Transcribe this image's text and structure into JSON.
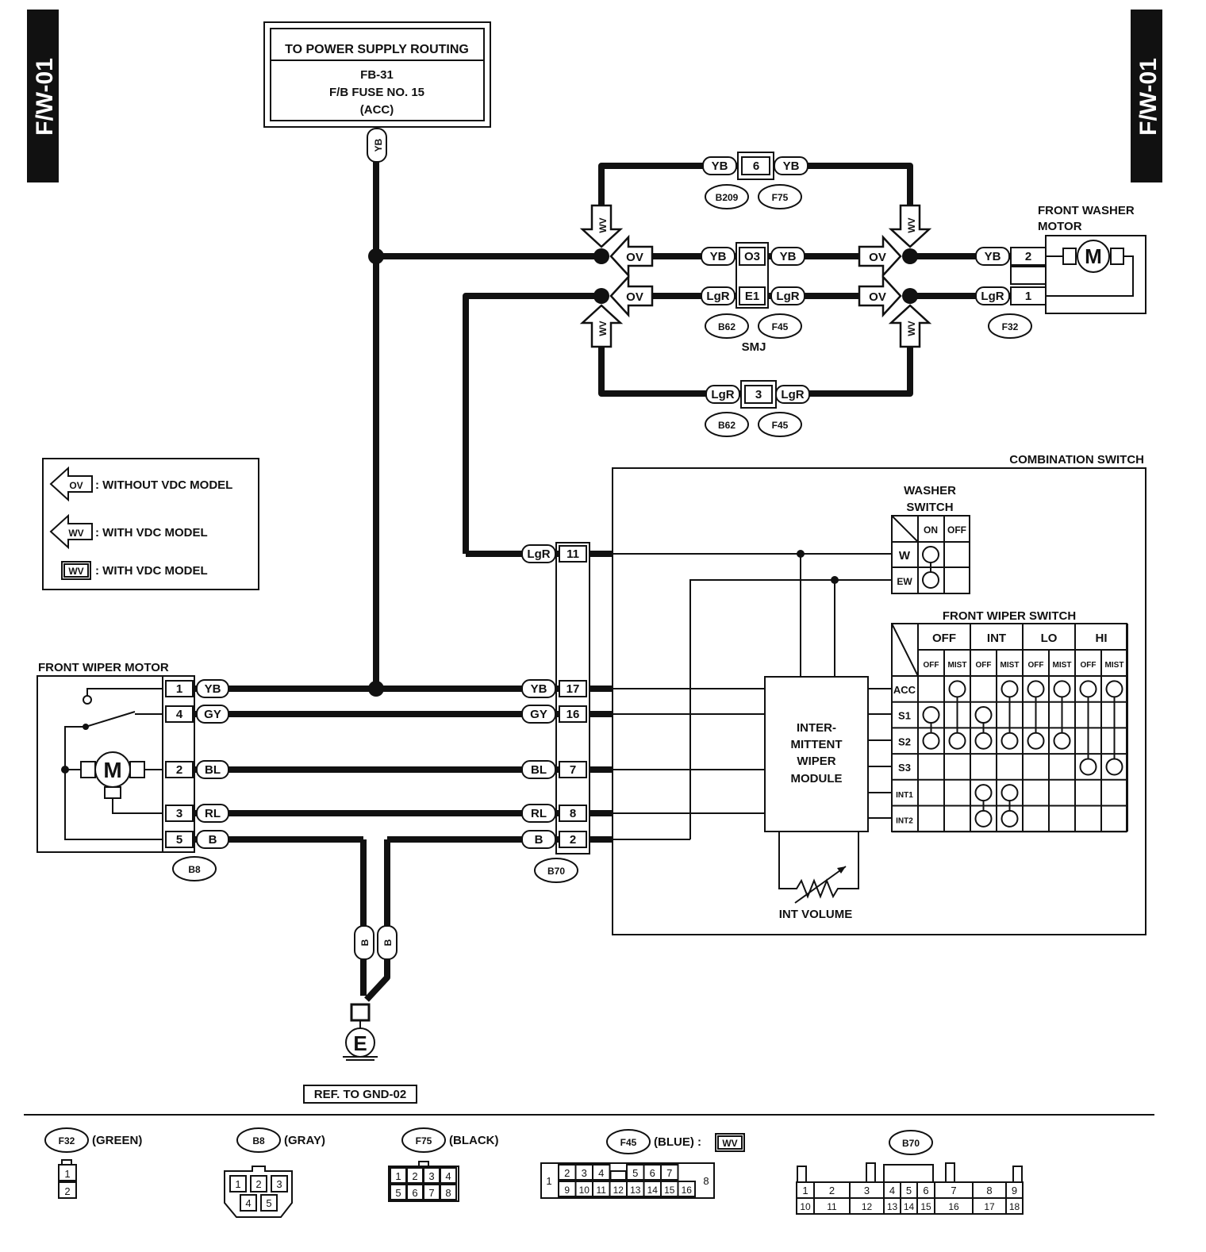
{
  "page": {
    "tab_left": "F/W-01",
    "tab_right": "F/W-01"
  },
  "power": {
    "title": "TO POWER SUPPLY ROUTING",
    "line1": "FB-31",
    "line2": "F/B FUSE NO. 15",
    "line3": "(ACC)"
  },
  "wire_colors": {
    "yb": "YB",
    "lgr": "LgR",
    "gy": "GY",
    "bl": "BL",
    "rl": "RL",
    "b": "B"
  },
  "model_tags": {
    "ov": "OV",
    "wv": "WV"
  },
  "legend": {
    "ov_text": ": WITHOUT VDC MODEL",
    "wv_arrow_text": ": WITH VDC MODEL",
    "wv_box_text": ": WITH VDC MODEL"
  },
  "joints": {
    "pin_6": "6",
    "pin_o3": "O3",
    "pin_e1": "E1",
    "pin_3": "3",
    "smj": "SMJ"
  },
  "connector_ids": {
    "b209": "B209",
    "f75": "F75",
    "b62": "B62",
    "f45": "F45",
    "f32": "F32",
    "b8": "B8",
    "b70": "B70"
  },
  "washer_motor": {
    "title_line1": "FRONT WASHER",
    "title_line2": "MOTOR",
    "motor_symbol": "M",
    "pins": [
      "2",
      "1"
    ]
  },
  "wiper_motor": {
    "title": "FRONT WIPER MOTOR",
    "motor_symbol": "M",
    "pins": [
      "1",
      "4",
      "2",
      "3",
      "5"
    ],
    "wires": [
      "YB",
      "GY",
      "BL",
      "RL",
      "B"
    ]
  },
  "b70_pins": [
    "11",
    "17",
    "16",
    "7",
    "8",
    "2"
  ],
  "combination_switch": {
    "title": "COMBINATION SWITCH",
    "washer_switch": {
      "title_line1": "WASHER",
      "title_line2": "SWITCH",
      "columns": [
        "ON",
        "OFF"
      ],
      "rows": [
        "W",
        "EW"
      ]
    },
    "wiper_switch": {
      "title": "FRONT WIPER SWITCH",
      "modes": [
        "OFF",
        "INT",
        "LO",
        "HI"
      ],
      "sub_columns": [
        "OFF",
        "MIST",
        "OFF",
        "MIST",
        "OFF",
        "MIST",
        "OFF",
        "MIST"
      ],
      "rows": [
        "ACC",
        "S1",
        "S2",
        "S3",
        "INT1",
        "INT2"
      ]
    },
    "module": {
      "line1": "INTER-",
      "line2": "MITTENT",
      "line3": "WIPER",
      "line4": "MODULE"
    },
    "int_volume": "INT VOLUME"
  },
  "ground": {
    "symbol": "E",
    "ref": "REF. TO GND-02",
    "wires": [
      "B",
      "B"
    ]
  },
  "connector_views": [
    {
      "id": "F32",
      "color": "(GREEN)",
      "pins_row1": [
        "1"
      ],
      "pins_row2": [
        "2"
      ]
    },
    {
      "id": "B8",
      "color": "(GRAY)",
      "pins_row1": [
        "1",
        "2",
        "3"
      ],
      "pins_row2": [
        "4",
        "5"
      ]
    },
    {
      "id": "F75",
      "color": "(BLACK)",
      "pins_row1": [
        "1",
        "2",
        "3",
        "4"
      ],
      "pins_row2": [
        "5",
        "6",
        "7",
        "8"
      ]
    },
    {
      "id": "F45",
      "color": "(BLUE) :",
      "tag": "WV",
      "side_left": "1",
      "side_right": "8",
      "pins_row1": [
        "2",
        "3",
        "4",
        "",
        "5",
        "6",
        "7"
      ],
      "pins_row2": [
        "9",
        "10",
        "11",
        "12",
        "13",
        "14",
        "15",
        "16"
      ]
    },
    {
      "id": "B70",
      "color": "",
      "pins_row1": [
        "1",
        "2",
        "3",
        "4",
        "5",
        "6",
        "7",
        "8",
        "9"
      ],
      "pins_row2": [
        "10",
        "11",
        "12",
        "13",
        "14",
        "15",
        "16",
        "17",
        "18"
      ]
    }
  ]
}
